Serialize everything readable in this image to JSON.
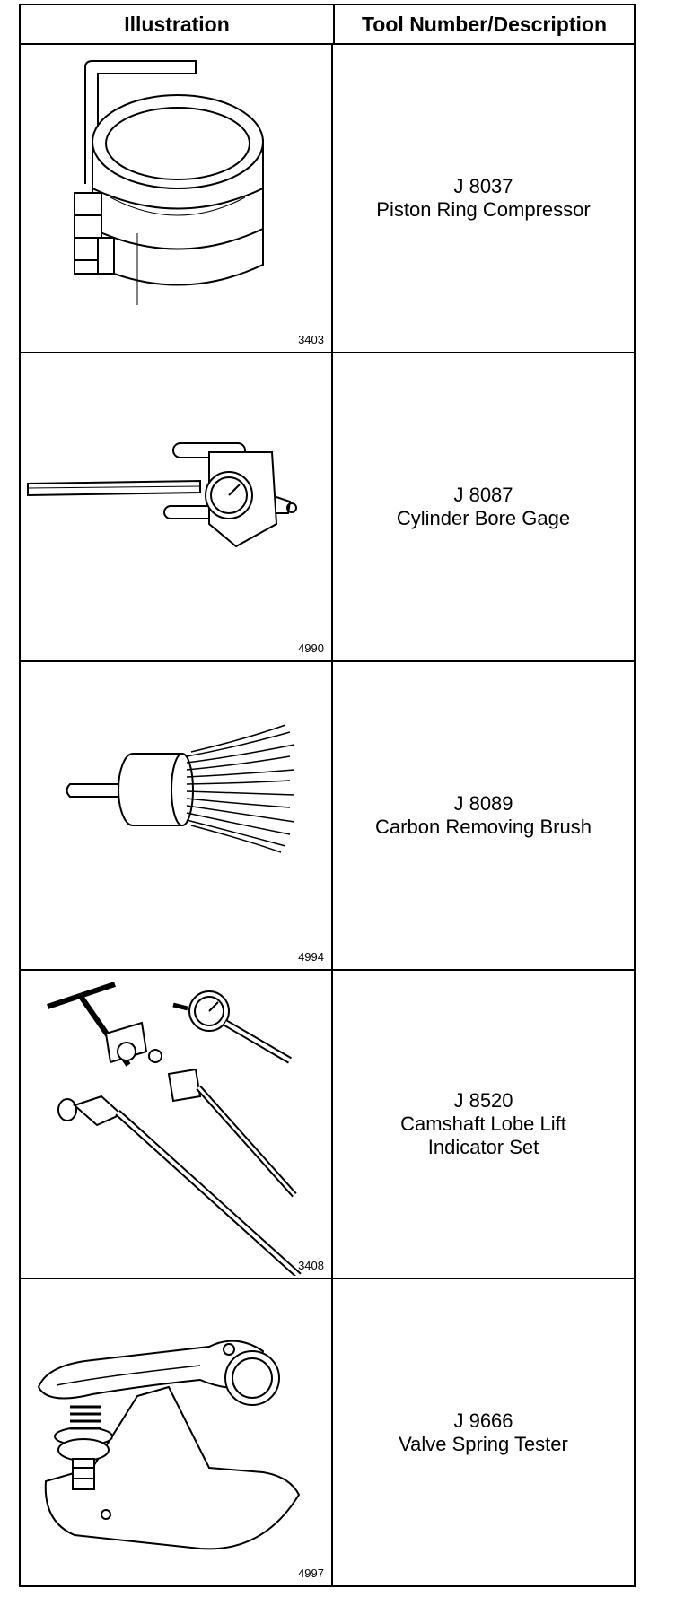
{
  "header": {
    "illustration": "Illustration",
    "tool": "Tool Number/Description"
  },
  "rows": [
    {
      "figure": "3403",
      "number": "J 8037",
      "name": "Piston Ring Compressor",
      "icon": "piston-ring-compressor-icon"
    },
    {
      "figure": "4990",
      "number": "J 8087",
      "name": "Cylinder Bore Gage",
      "icon": "cylinder-bore-gage-icon"
    },
    {
      "figure": "4994",
      "number": "J 8089",
      "name": "Carbon Removing Brush",
      "icon": "carbon-removing-brush-icon"
    },
    {
      "figure": "3408",
      "number": "J 8520",
      "name": "Camshaft Lobe Lift\nIndicator Set",
      "icon": "camshaft-lobe-lift-indicator-icon"
    },
    {
      "figure": "4997",
      "number": "J 9666",
      "name": "Valve Spring Tester",
      "icon": "valve-spring-tester-icon"
    }
  ]
}
